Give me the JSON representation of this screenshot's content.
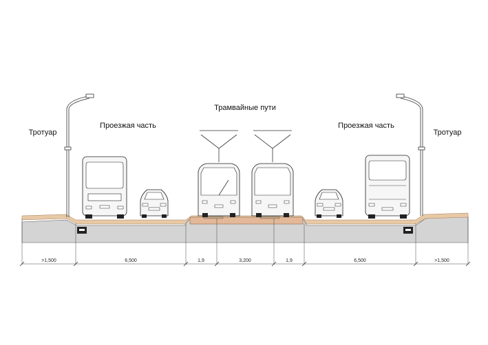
{
  "labels": {
    "sidewalk_left": "Тротуар",
    "roadway_left": "Проезжая часть",
    "tram_tracks": "Трамвайные пути",
    "roadway_right": "Проезжая часть",
    "sidewalk_right": "Тротуар"
  },
  "dimensions": [
    ">1,500",
    "6,500",
    "1,9",
    "3,200",
    "1,9",
    "6,500",
    ">1,500"
  ],
  "colors": {
    "ground": "#d4d4d4",
    "paving": "#e8c9a6",
    "line": "#333333"
  }
}
